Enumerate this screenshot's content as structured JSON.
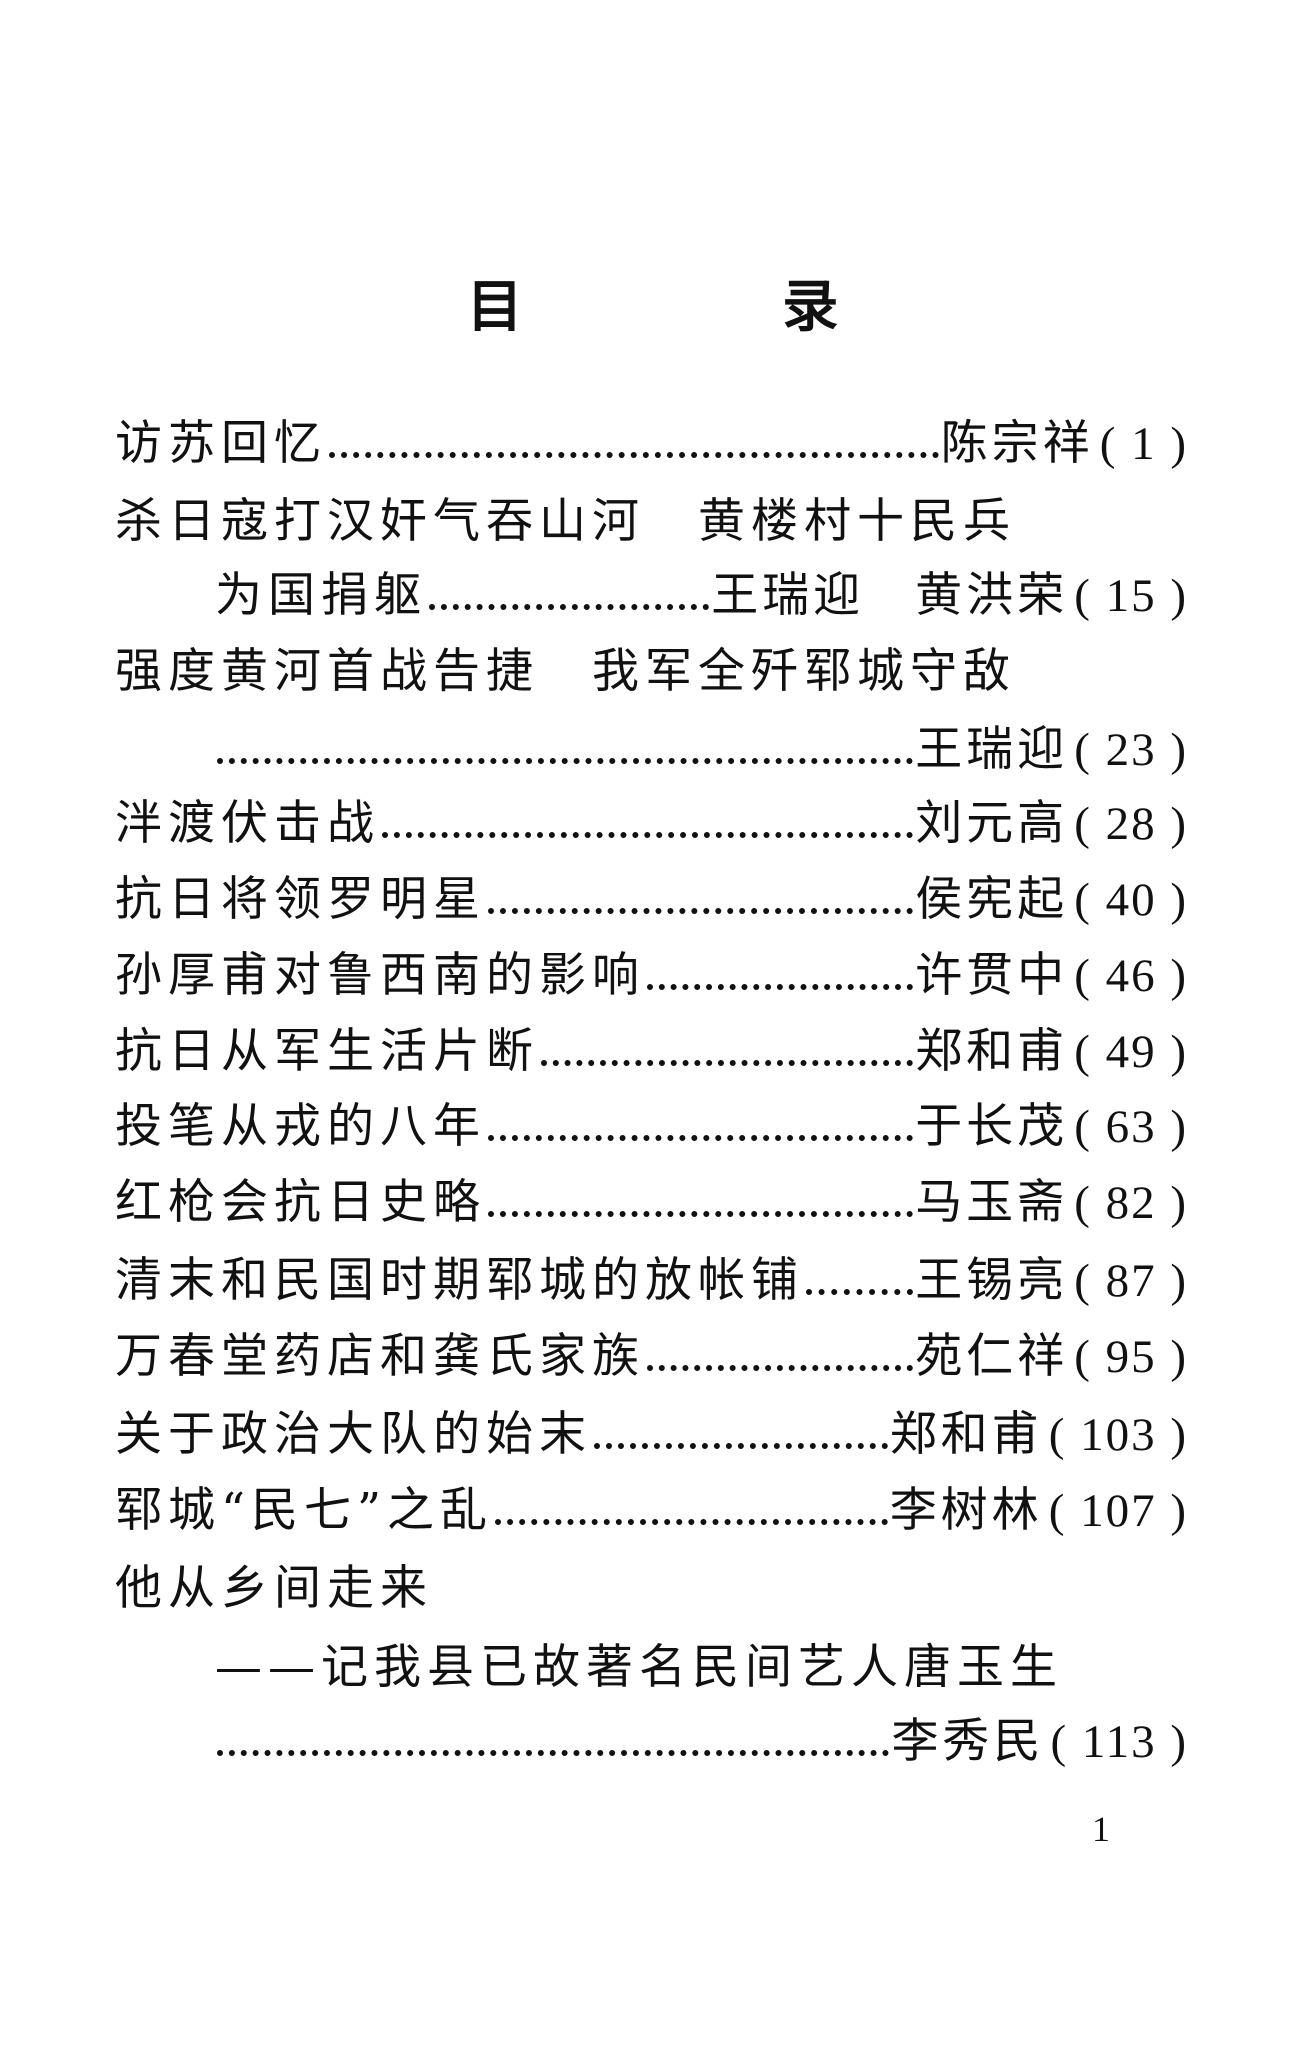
{
  "heading": "目 录",
  "entries": [
    {
      "title": "访苏回忆",
      "author": "陈宗祥",
      "page": "( 1 )"
    },
    {
      "title_line1": "杀日寇打汉奸气吞山河　黄楼村十民兵",
      "title_line2": "为国捐躯",
      "author": "王瑞迎　黄洪荣",
      "page": "( 15 )"
    },
    {
      "title_line1": "强度黄河首战告捷　我军全歼郓城守敌",
      "title_line2": "",
      "author": "王瑞迎",
      "page": "( 23 )"
    },
    {
      "title": "泮渡伏击战",
      "author": "刘元高",
      "page": "( 28 )"
    },
    {
      "title": "抗日将领罗明星",
      "author": "侯宪起",
      "page": "( 40 )"
    },
    {
      "title": "孙厚甫对鲁西南的影响",
      "author": "许贯中",
      "page": "( 46 )"
    },
    {
      "title": "抗日从军生活片断",
      "author": "郑和甫",
      "page": "( 49 )"
    },
    {
      "title": "投笔从戎的八年",
      "author": "于长茂",
      "page": "( 63 )"
    },
    {
      "title": "红枪会抗日史略",
      "author": "马玉斋",
      "page": "( 82 )"
    },
    {
      "title": "清末和民国时期郓城的放帐铺",
      "author": "王锡亮",
      "page": "( 87 )"
    },
    {
      "title": "万春堂药店和龚氏家族",
      "author": "苑仁祥",
      "page": "( 95 )"
    },
    {
      "title": "关于政治大队的始末",
      "author": "郑和甫",
      "page": "( 103 )"
    },
    {
      "title": "郓城“民七”之乱",
      "author": "李树林",
      "page": "( 107 )"
    },
    {
      "title_line1": "他从乡间走来",
      "subtitle": "——记我县已故著名民间艺人唐玉生",
      "author": "李秀民",
      "page": "( 113 )"
    }
  ],
  "page_number": "1"
}
